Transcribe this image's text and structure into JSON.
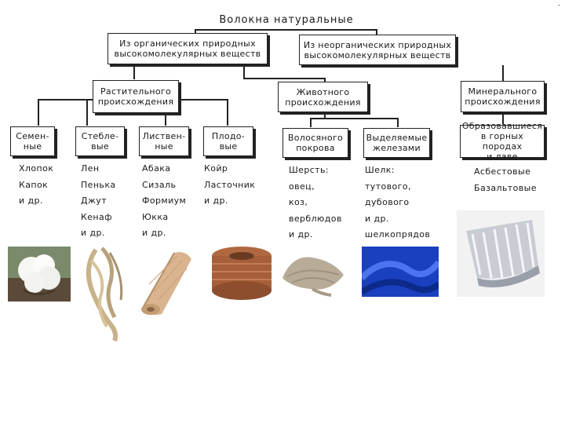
{
  "title": "Волокна натуральные",
  "corner_mark": "-",
  "level1": {
    "organic": "Из органических природных\nвысокомолекулярных веществ",
    "inorganic": "Из неорганических природных\nвысокомолекулярных веществ"
  },
  "level2": {
    "plant": "Растительного\nпроисхождения",
    "animal": "Животного\nпроисхождения",
    "mineral": "Минерального\nпроисхождения"
  },
  "level3": {
    "seed": "Семен-\nные",
    "stem": "Стебле-\nвые",
    "leaf": "Листвен-\nные",
    "fruit": "Плодо-\nвые",
    "hair": "Волосяного\nпокрова",
    "gland": "Выделяемые\nжелезами",
    "rock": "Образовавшиеся\nв горных породах\nи лаве"
  },
  "examples": {
    "seed": "Хлопок\nКапок\nи др.",
    "stem": "Лен\nПенька\nДжут\nКенаф\nи др.",
    "leaf": "Абака\nСизаль\nФормиум\nЮкка\nи др.",
    "fruit": "Койр\nЛасточник\nи др.",
    "hair": "Шерсть:\nовец,\nкоз,\nверблюдов\nи др.",
    "gland": "Шелк:\nтутового,\nдубового\nи др.\nшелкопрядов",
    "rock": "Асбестовые\nБазальтовые"
  },
  "colors": {
    "line": "#222222",
    "silk": "#1a3fbf",
    "wool": "#b8ab98",
    "rope": "#a55f3a",
    "burlap": "#d9b48f",
    "cotton": "#f5f5f2",
    "asbestos": "#c9ccd3"
  },
  "photos": [
    "cotton-icon",
    "flax-fiber-icon",
    "burlap-roll-icon",
    "coir-rope-icon",
    "wool-icon",
    "silk-icon",
    "asbestos-icon"
  ]
}
